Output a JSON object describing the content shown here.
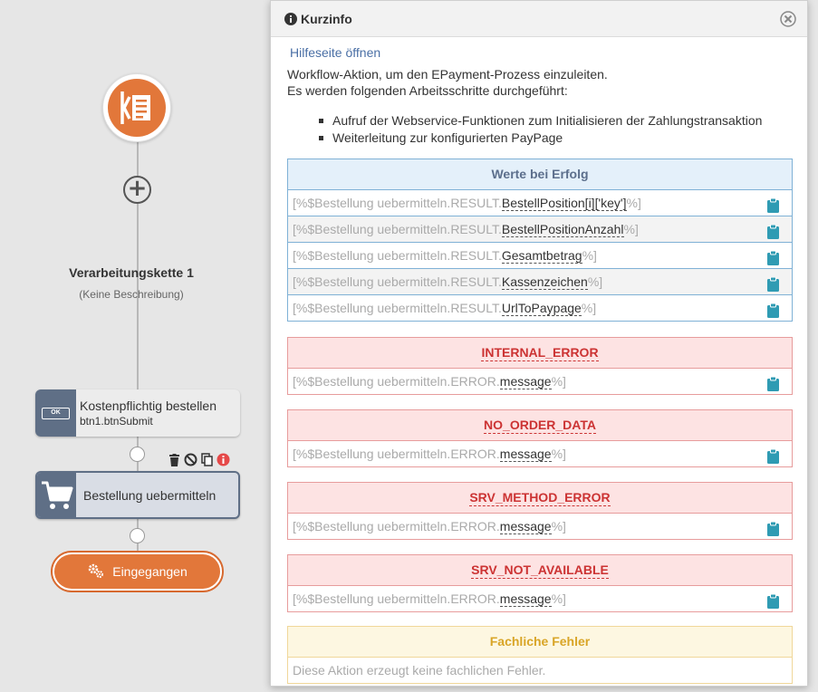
{
  "workflow": {
    "chain_title": "Verarbeitungskette 1",
    "chain_description": "(Keine Beschreibung)",
    "node1": {
      "title": "Kostenpflichtig bestellen",
      "subtitle": "btn1.btnSubmit",
      "icon_text": "OK"
    },
    "node2": {
      "title": "Bestellung uebermitteln"
    },
    "end_node": {
      "label": "Eingegangen"
    }
  },
  "popup": {
    "title": "Kurzinfo",
    "help_link": "Hilfeseite öffnen",
    "description_line1": "Workflow-Aktion, um den EPayment-Prozess einzuleiten.",
    "description_line2": "Es werden folgenden Arbeitsschritte durchgeführt:",
    "steps": [
      "Aufruf der Webservice-Funktionen zum Initialisieren der Zahlungstransaktion",
      "Weiterleitung zur konfigurierten PayPage"
    ],
    "success": {
      "header": "Werte bei Erfolg",
      "rows": [
        {
          "prefix": "[%$Bestellung uebermitteln.RESULT.",
          "key": "BestellPosition[i]['key']",
          "suffix": "%]"
        },
        {
          "prefix": "[%$Bestellung uebermitteln.RESULT.",
          "key": "BestellPositionAnzahl",
          "suffix": "%]"
        },
        {
          "prefix": "[%$Bestellung uebermitteln.RESULT.",
          "key": "Gesamtbetrag",
          "suffix": "%]"
        },
        {
          "prefix": "[%$Bestellung uebermitteln.RESULT.",
          "key": "Kassenzeichen",
          "suffix": "%]"
        },
        {
          "prefix": "[%$Bestellung uebermitteln.RESULT.",
          "key": "UrlToPaypage",
          "suffix": "%]"
        }
      ]
    },
    "errors": [
      {
        "header": "INTERNAL_ERROR",
        "prefix": "[%$Bestellung uebermitteln.ERROR.",
        "key": "message",
        "suffix": "%]"
      },
      {
        "header": "NO_ORDER_DATA",
        "prefix": "[%$Bestellung uebermitteln.ERROR.",
        "key": "message",
        "suffix": "%]"
      },
      {
        "header": "SRV_METHOD_ERROR",
        "prefix": "[%$Bestellung uebermitteln.ERROR.",
        "key": "message",
        "suffix": "%]"
      },
      {
        "header": "SRV_NOT_AVAILABLE",
        "prefix": "[%$Bestellung uebermitteln.ERROR.",
        "key": "message",
        "suffix": "%]"
      }
    ],
    "business_errors": {
      "header": "Fachliche Fehler",
      "text": "Diese Aktion erzeugt keine fachlichen Fehler."
    }
  },
  "colors": {
    "accent_orange": "#e2773a",
    "node_slate": "#5f6f86",
    "link_blue": "#4a6fa5",
    "error_red": "#cc3333",
    "clipboard_teal": "#2f9bb3"
  }
}
